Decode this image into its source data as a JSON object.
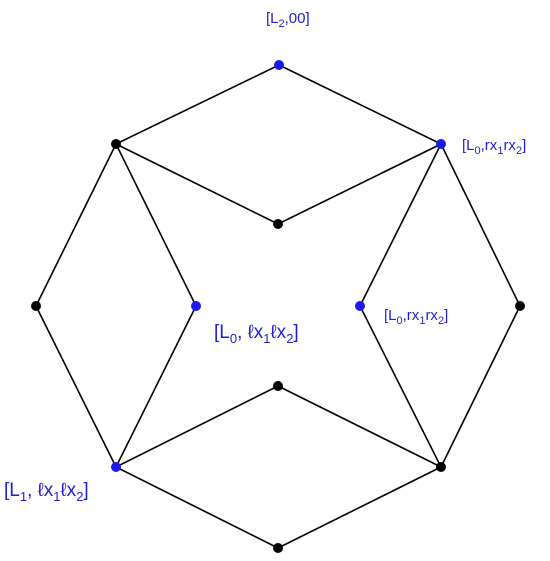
{
  "colors": {
    "edge": "#000000",
    "plain_node": "#000000",
    "highlight_node": "#1a1aee",
    "label": "#1f1fd1"
  },
  "nodes": [
    {
      "id": "top",
      "highlighted": true
    },
    {
      "id": "upper-left",
      "highlighted": false
    },
    {
      "id": "upper-right",
      "highlighted": true
    },
    {
      "id": "upper-center",
      "highlighted": false
    },
    {
      "id": "far-left",
      "highlighted": false
    },
    {
      "id": "inner-left",
      "highlighted": true
    },
    {
      "id": "inner-right",
      "highlighted": true
    },
    {
      "id": "far-right",
      "highlighted": false
    },
    {
      "id": "lower-center",
      "highlighted": false
    },
    {
      "id": "lower-left",
      "highlighted": true
    },
    {
      "id": "lower-right",
      "highlighted": false
    },
    {
      "id": "bottom",
      "highlighted": false
    }
  ],
  "edges": [
    [
      "top",
      "upper-left"
    ],
    [
      "top",
      "upper-right"
    ],
    [
      "upper-left",
      "upper-center"
    ],
    [
      "upper-right",
      "upper-center"
    ],
    [
      "upper-left",
      "far-left"
    ],
    [
      "upper-left",
      "inner-left"
    ],
    [
      "upper-right",
      "inner-right"
    ],
    [
      "upper-right",
      "far-right"
    ],
    [
      "far-left",
      "lower-left"
    ],
    [
      "inner-left",
      "lower-left"
    ],
    [
      "inner-right",
      "lower-right"
    ],
    [
      "far-right",
      "lower-right"
    ],
    [
      "lower-left",
      "lower-center"
    ],
    [
      "lower-right",
      "lower-center"
    ],
    [
      "lower-left",
      "bottom"
    ],
    [
      "lower-right",
      "bottom"
    ]
  ],
  "labels": {
    "top": {
      "open": "[L",
      "sub": "2",
      "rest": ",00]"
    },
    "upper_right": {
      "open": "[L",
      "sub0": "0",
      "mid": ",rx",
      "sub1": "1",
      "mid2": "rx",
      "sub2": "2",
      "close": "]"
    },
    "inner_right": {
      "open": "[L",
      "sub0": "0",
      "mid": ",rx",
      "sub1": "1",
      "mid2": "rx",
      "sub2": "2",
      "close": "]"
    },
    "inner_left": {
      "open": "[L",
      "sub0": "0",
      "mid": ", ℓx",
      "sub1": "1",
      "mid2": "ℓx",
      "sub2": "2",
      "close": "]"
    },
    "lower_left": {
      "open": "[L",
      "sub0": "1",
      "mid": ", ℓx",
      "sub1": "1",
      "mid2": "ℓx",
      "sub2": "2",
      "close": "]"
    }
  }
}
